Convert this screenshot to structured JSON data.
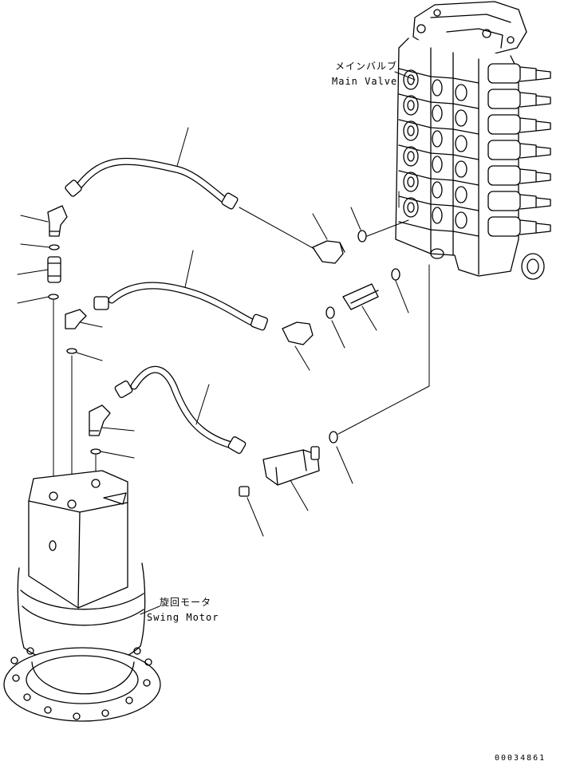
{
  "labels": {
    "main_valve_jp": "メインバルブ",
    "main_valve_en": "Main Valve",
    "swing_motor_jp": "旋回モータ",
    "swing_motor_en": "Swing Motor"
  },
  "document_number": "00034861"
}
